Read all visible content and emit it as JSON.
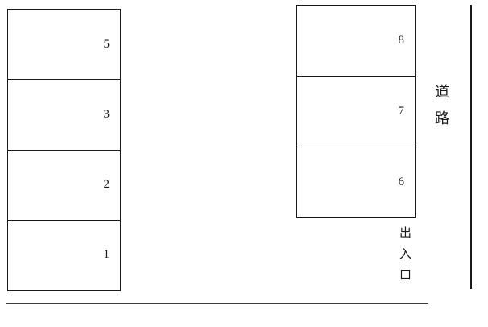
{
  "layout": {
    "title": "parking-lot-layout",
    "left_spaces": [
      "5",
      "3",
      "2",
      "1"
    ],
    "right_spaces": [
      "8",
      "7",
      "6"
    ],
    "road_label": "道路",
    "entrance_label": "出入口",
    "line_color": "#1a1a1a",
    "background_color": "#ffffff"
  }
}
